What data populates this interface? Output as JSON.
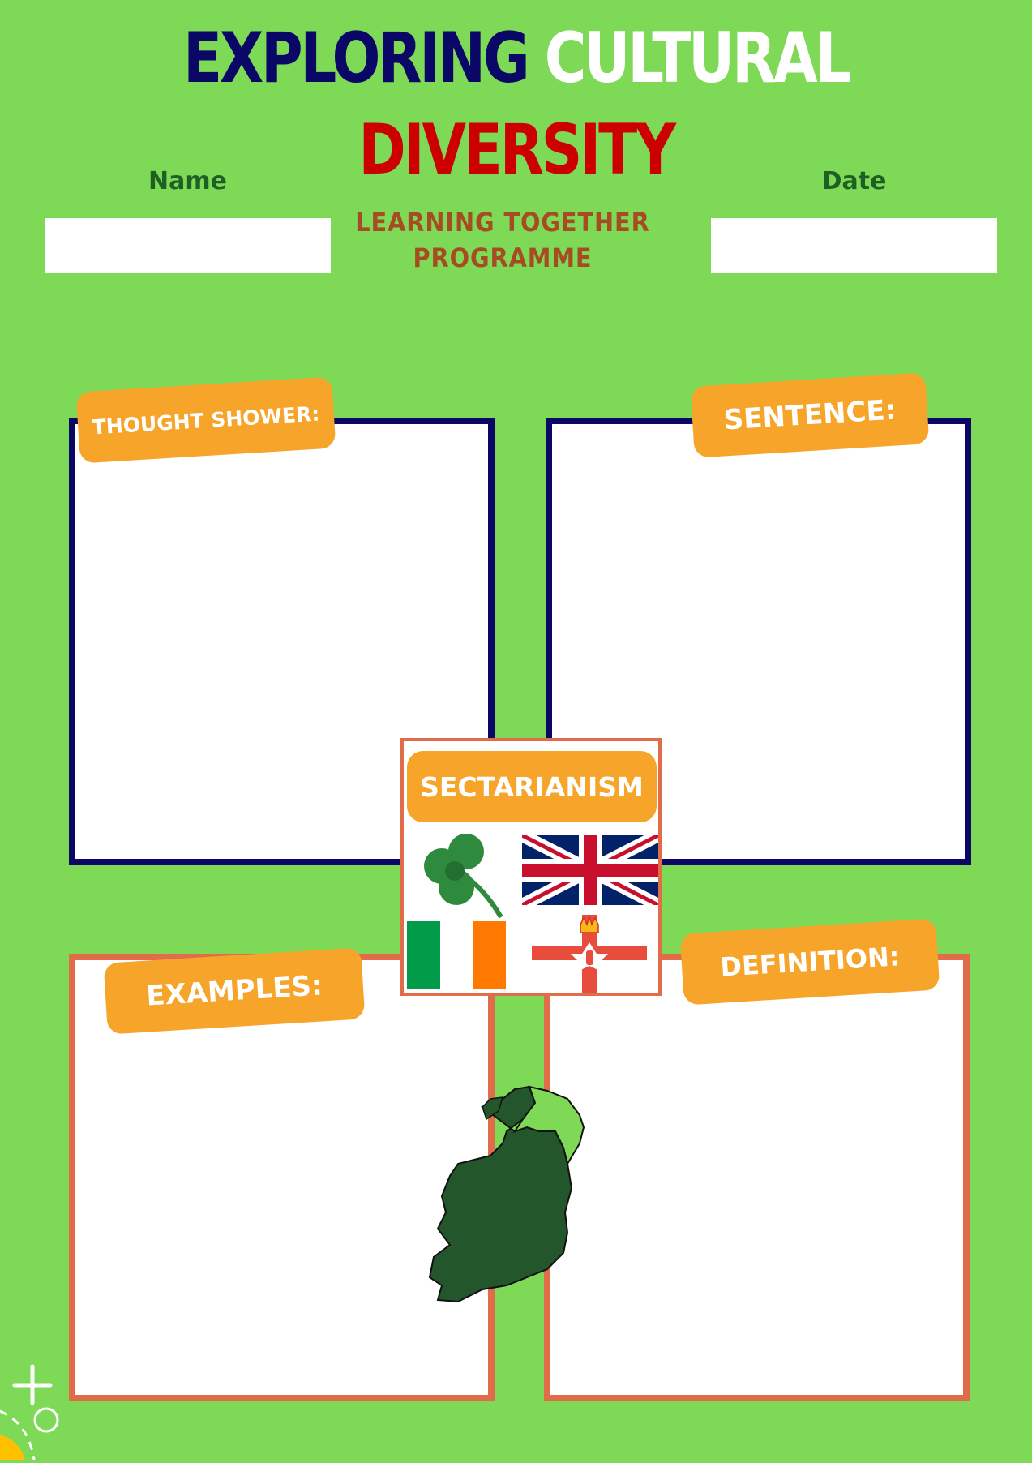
{
  "header": {
    "title_word1": "EXPLORING",
    "title_word2": "CULTURAL",
    "title_word3": "DIVERSITY",
    "subtitle_line1": "LEARNING TOGETHER",
    "subtitle_line2": "PROGRAMME"
  },
  "fields": {
    "name_label": "Name",
    "name_value": "",
    "date_label": "Date",
    "date_value": ""
  },
  "sections": {
    "thought_shower": "THOUGHT SHOWER:",
    "sentence": "SENTENCE:",
    "examples": "EXAMPLES:",
    "definition": "DEFINITION:"
  },
  "topic_card": {
    "label": "SECTARIANISM",
    "icons": [
      "shamrock-icon",
      "union-jack-flag",
      "ireland-flag",
      "ulster-banner-flag"
    ]
  },
  "map": {
    "icon": "ireland-map"
  },
  "colors": {
    "background": "#7ed957",
    "navy": "#0a0766",
    "white": "#ffffff",
    "red": "#cc0000",
    "brown": "#a64b22",
    "orange_tag": "#f6a52a",
    "coral_border": "#e16c4a",
    "dark_green": "#1f5f24"
  }
}
